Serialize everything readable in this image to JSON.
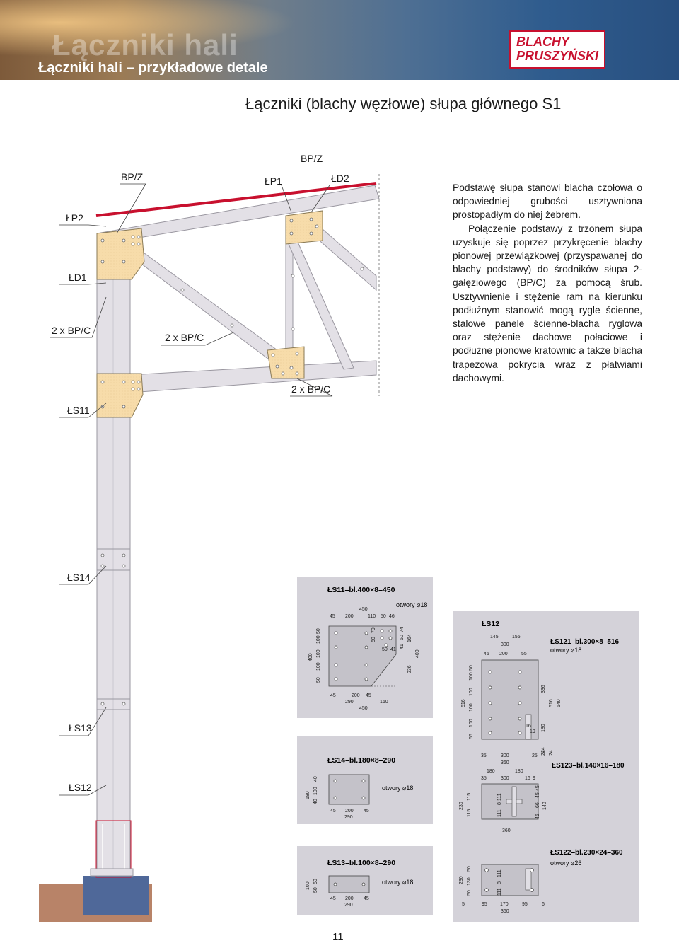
{
  "banner": {
    "title_big": "Łączniki hali",
    "subtitle": "Łączniki hali – przykładowe detale"
  },
  "logo": {
    "line1": "BLACHY",
    "line2": "PRUSZYŃSKI"
  },
  "heading": "Łączniki (blachy węzłowe) słupa głównego S1",
  "body": {
    "p1": "Podstawę słupa stanowi blacha czołowa o odpowiedniej grubości usztywniona prostopadłym do niej żebrem.",
    "p2": "Połączenie podstawy z trzonem słupa uzyskuje się poprzez przykręcenie blachy pionowej przewiązkowej (przyspawanej do blachy podstawy) do środników słupa 2-gałęziowego (BP/C) za pomocą śrub. Usztywnienie i stężenie ram na kierunku podłużnym stanowić mogą rygle ścienne, stalowe panele ścienne-blacha ryglowa oraz stężenie dachowe połaciowe i podłużne pionowe kratownic a także blacha trapezowa pokrycia wraz z płatwiami dachowymi."
  },
  "labels": {
    "bpz_top": "BP/Z",
    "bpz_left": "BP/Z",
    "lp1": "ŁP1",
    "ld2": "ŁD2",
    "lp2": "ŁP2",
    "ld1": "ŁD1",
    "bpc_left": "2 x BP/C",
    "bpc_mid": "2 x BP/C",
    "bpc_bottom": "2 x BP/C",
    "ls11": "ŁS11",
    "ls14": "ŁS14",
    "ls13": "ŁS13",
    "ls12": "ŁS12"
  },
  "detail_ls11": {
    "title": "ŁS11–bl.400×8–450",
    "holes": "otwory ⌀18",
    "dims_top": [
      "450",
      "45",
      "200",
      "110",
      "50",
      "46"
    ],
    "dims_left": [
      "400",
      "50",
      "100",
      "100",
      "100",
      "50"
    ],
    "dims_inner": [
      "50",
      "79",
      "50",
      "41"
    ],
    "dims_right": [
      "41",
      "50",
      "74",
      "164",
      "236",
      "400"
    ],
    "dims_bottom": [
      "45",
      "200",
      "45",
      "290",
      "160",
      "450"
    ]
  },
  "detail_ls14": {
    "title": "ŁS14–bl.180×8–290",
    "holes": "otwory ⌀18",
    "dims_left": [
      "180",
      "40",
      "100",
      "40"
    ],
    "dims_bottom": [
      "45",
      "200",
      "45",
      "290"
    ]
  },
  "detail_ls13": {
    "title": "ŁS13–bl.100×8–290",
    "holes": "otwory ⌀18",
    "dims_left": [
      "100",
      "50",
      "50"
    ],
    "dims_bottom": [
      "45",
      "200",
      "45",
      "290"
    ]
  },
  "detail_ls12": {
    "title": "ŁS12",
    "ls121_title": "ŁS121–bl.300×8–516",
    "ls121_holes": "otwory ⌀18",
    "ls121_top": [
      "145",
      "155",
      "300",
      "45",
      "200",
      "55"
    ],
    "ls121_left": [
      "516",
      "66",
      "100",
      "100",
      "100",
      "100",
      "50"
    ],
    "ls121_right": [
      "336",
      "516",
      "540",
      "180",
      "24",
      "16",
      "19"
    ],
    "ls123_title": "ŁS123–bl.140×16–180",
    "ls123_top": [
      "35",
      "300",
      "25",
      "360",
      "180",
      "180",
      "35",
      "300",
      "16",
      "9"
    ],
    "ls123_left": [
      "230",
      "115",
      "115",
      "111",
      "8",
      "111"
    ],
    "ls123_right": [
      "24",
      "24",
      "45",
      "45",
      "66",
      "140",
      "45"
    ],
    "ls123_bottom": [
      "360"
    ],
    "ls122_title": "ŁS122–bl.230×24–360",
    "ls122_holes": "otwory ⌀26",
    "ls122_left": [
      "230",
      "50",
      "130",
      "50",
      "111",
      "8",
      "111"
    ],
    "ls122_bottom": [
      "5",
      "95",
      "170",
      "95",
      "6",
      "360"
    ]
  },
  "page_number": "11",
  "colors": {
    "accent_red": "#c8102e",
    "plate": "#f7dcaa",
    "steel": "#e3e0e6",
    "panel": "#d4d2d9"
  }
}
